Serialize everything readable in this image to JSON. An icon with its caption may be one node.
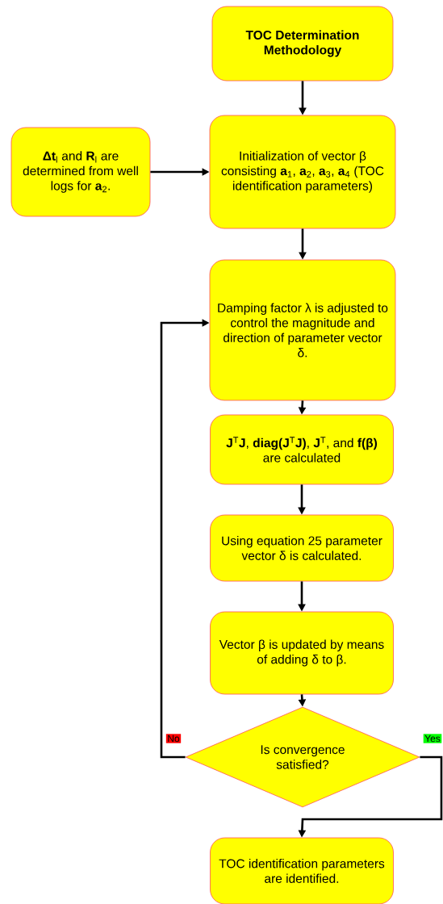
{
  "diagram": {
    "nodes": [
      {
        "text": [
          "TOC Determination Methodology"
        ]
      },
      {
        "text": [
          "**Δt**$_{l}$ and **R**$_{l}$ are determined from well logs for **a**$_{2}$."
        ]
      },
      {
        "text": [
          "Initialization of vector β consisting **a**$_{1}$, **a**$_{2}$, **a**$_{3}$, **a**$_{4}$ (TOC identification parameters)"
        ]
      },
      {
        "text": [
          "Damping factor λ is adjusted to control the magnitude and direction of parameter vector δ."
        ]
      },
      {
        "text": [
          "**J**$^{T}$**J**, **diag(J**$^{T}$**J)**, **J**$^{T}$, and **f(β)** are calculated"
        ]
      },
      {
        "text": [
          "Using equation 25 parameter vector δ is calculated."
        ]
      },
      {
        "text": [
          "Vector β is updated by means of adding δ to β."
        ]
      },
      {
        "text": [
          "Is convergence satisfied?"
        ]
      },
      {
        "text": [
          "TOC identification parameters are identified."
        ]
      }
    ],
    "edges": [
      {
        "from": 0,
        "to": 2,
        "arrow": "to"
      },
      {
        "from": 1,
        "to": 2,
        "arrow": "to"
      },
      {
        "from": 2,
        "to": 3,
        "arrow": "to"
      },
      {
        "from": 3,
        "to": 4,
        "arrow": "to"
      },
      {
        "from": 4,
        "to": 5,
        "arrow": "to"
      },
      {
        "from": 5,
        "to": 6,
        "arrow": "to"
      },
      {
        "from": 6,
        "to": 7,
        "arrow": "to"
      },
      {
        "from": 7,
        "to": 3,
        "arrow": "to",
        "label": "No"
      },
      {
        "from": 7,
        "to": 8,
        "arrow": "to",
        "label": "Yes"
      }
    ]
  }
}
